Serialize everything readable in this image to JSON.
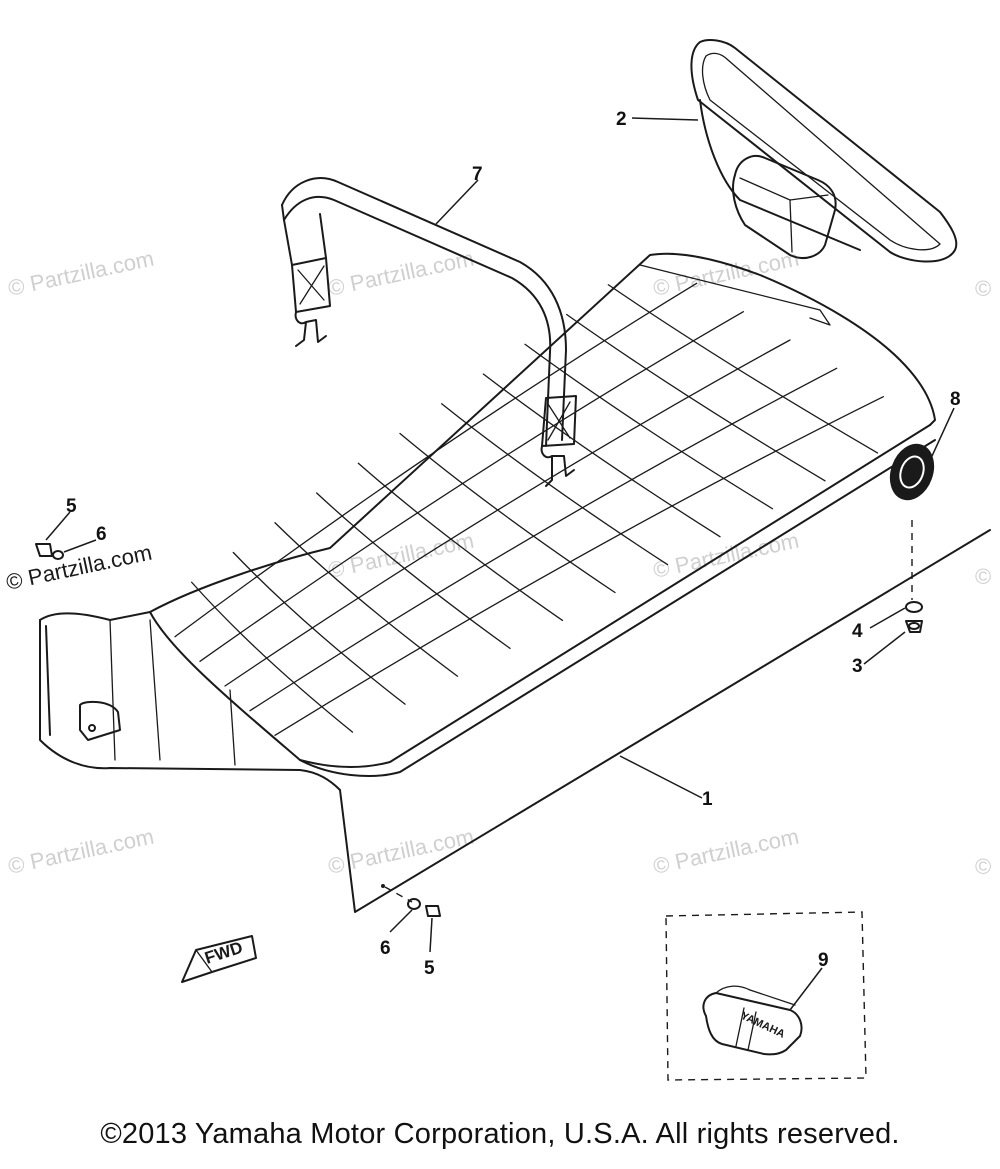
{
  "watermark": {
    "text": "© Partzilla.com",
    "corner_fragment": "©"
  },
  "callouts": [
    "1",
    "2",
    "3",
    "4",
    "5",
    "6",
    "7",
    "8",
    "9",
    "5",
    "6"
  ],
  "fwd_label": "FWD",
  "tool_bag_brand": "YAMAHA",
  "copyright": "©2013 Yamaha Motor Corporation, U.S.A. All rights reserved."
}
